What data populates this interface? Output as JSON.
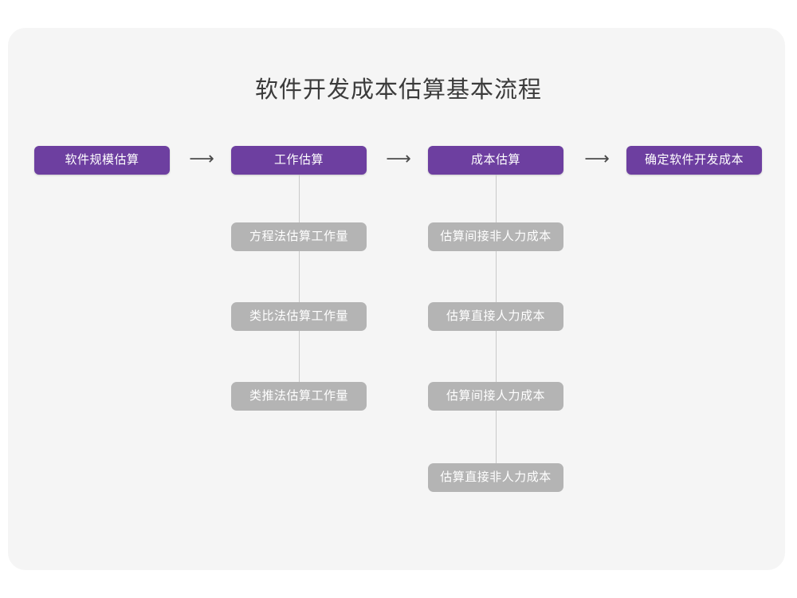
{
  "page": {
    "title": "软件开发成本估算基本流程",
    "background_color": "#ffffff",
    "card_color": "#f5f5f5",
    "accent_color": "#6d3fa0",
    "sub_color": "#b4b4b4",
    "connector_color": "#c9c9c9",
    "title_color": "#3b3b3b"
  },
  "flow": {
    "arrow_glyph": "⟶",
    "stages": [
      {
        "label": "软件规模估算",
        "substeps": []
      },
      {
        "label": "工作估算",
        "substeps": [
          {
            "label": "方程法估算工作量"
          },
          {
            "label": "类比法估算工作量"
          },
          {
            "label": "类推法估算工作量"
          }
        ]
      },
      {
        "label": "成本估算",
        "substeps": [
          {
            "label": "估算间接非人力成本"
          },
          {
            "label": "估算直接人力成本"
          },
          {
            "label": "估算间接人力成本"
          },
          {
            "label": "估算直接非人力成本"
          }
        ]
      },
      {
        "label": "确定软件开发成本",
        "substeps": []
      }
    ]
  }
}
